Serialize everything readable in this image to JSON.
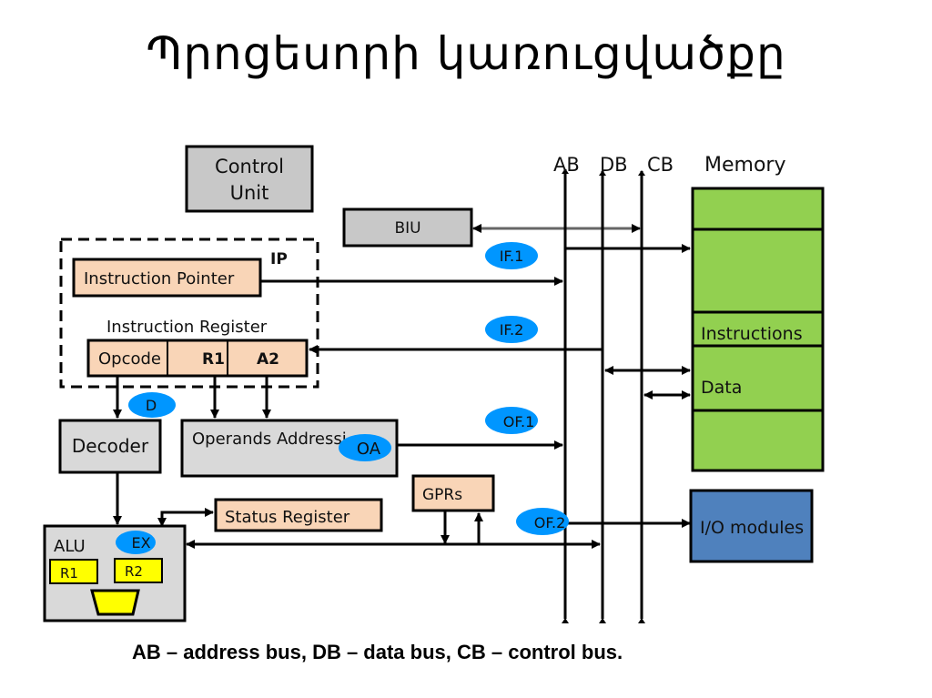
{
  "title": "Պրոցեսորի   կառուցվածքը",
  "caption": "AB – address bus, DB – data bus, CB – control bus.",
  "colors": {
    "gray_box": "#c8c8c8",
    "orange_box": "#f9d5b7",
    "green_memory": "#92d050",
    "blue_io": "#4f81bd",
    "blue_stage": "#0096ff",
    "yellow": "#ffff00",
    "alu_gray": "#d9d9d9"
  },
  "blocks": {
    "control_unit_line1": "Control",
    "control_unit_line2": "Unit",
    "biu": "BIU",
    "ip_label": "IP",
    "instruction_pointer": "Instruction Pointer",
    "instruction_register": "Instruction Register",
    "ir_fields": [
      "Opcode",
      "R1",
      "A2"
    ],
    "decoder": "Decoder",
    "operands_addressing": "Operands Addressi",
    "status_register": "Status Register",
    "gprs": "GPRs",
    "alu": "ALU",
    "alu_r1": "R1",
    "alu_r2": "R2",
    "io_modules": "I/O modules"
  },
  "buses": [
    "AB",
    "DB",
    "CB"
  ],
  "memory": {
    "label": "Memory",
    "sections": [
      "",
      "",
      "Instructions",
      "Data",
      ""
    ]
  },
  "stages": {
    "if1": "IF.1",
    "if2": "IF.2",
    "of1": "OF.1",
    "of2": "OF.2",
    "d": "D",
    "oa": "OA",
    "ex": "EX"
  }
}
